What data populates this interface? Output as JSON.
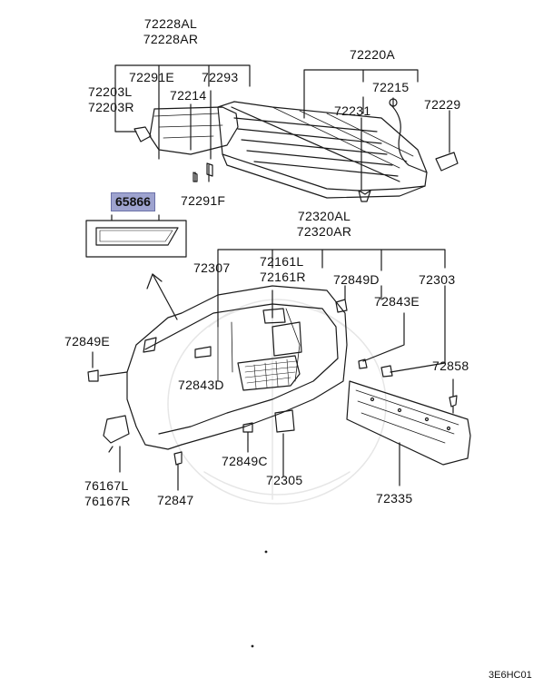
{
  "parts": {
    "p72228": "72228AL\n72228AR",
    "p72220A": "72220A",
    "p72291E": "72291E",
    "p72293": "72293",
    "p72203": "72203L\n72203R",
    "p72214": "72214",
    "p72215": "72215",
    "p72231": "72231",
    "p72229": "72229",
    "p65866": "65866",
    "p72291F": "72291F",
    "p72320A": "72320AL\n72320AR",
    "p72307": "72307",
    "p72161": "72161L\n72161R",
    "p72849D": "72849D",
    "p72303": "72303",
    "p72843E": "72843E",
    "p72849E": "72849E",
    "p72843D": "72843D",
    "p72858": "72858",
    "p72849C": "72849C",
    "p72305": "72305",
    "p76167": "76167L\n76167R",
    "p72847": "72847",
    "p72335": "72335"
  },
  "diagram_code": "3E6HC01",
  "colors": {
    "line": "#1a1a1a",
    "highlight": "#9ea3cf"
  }
}
